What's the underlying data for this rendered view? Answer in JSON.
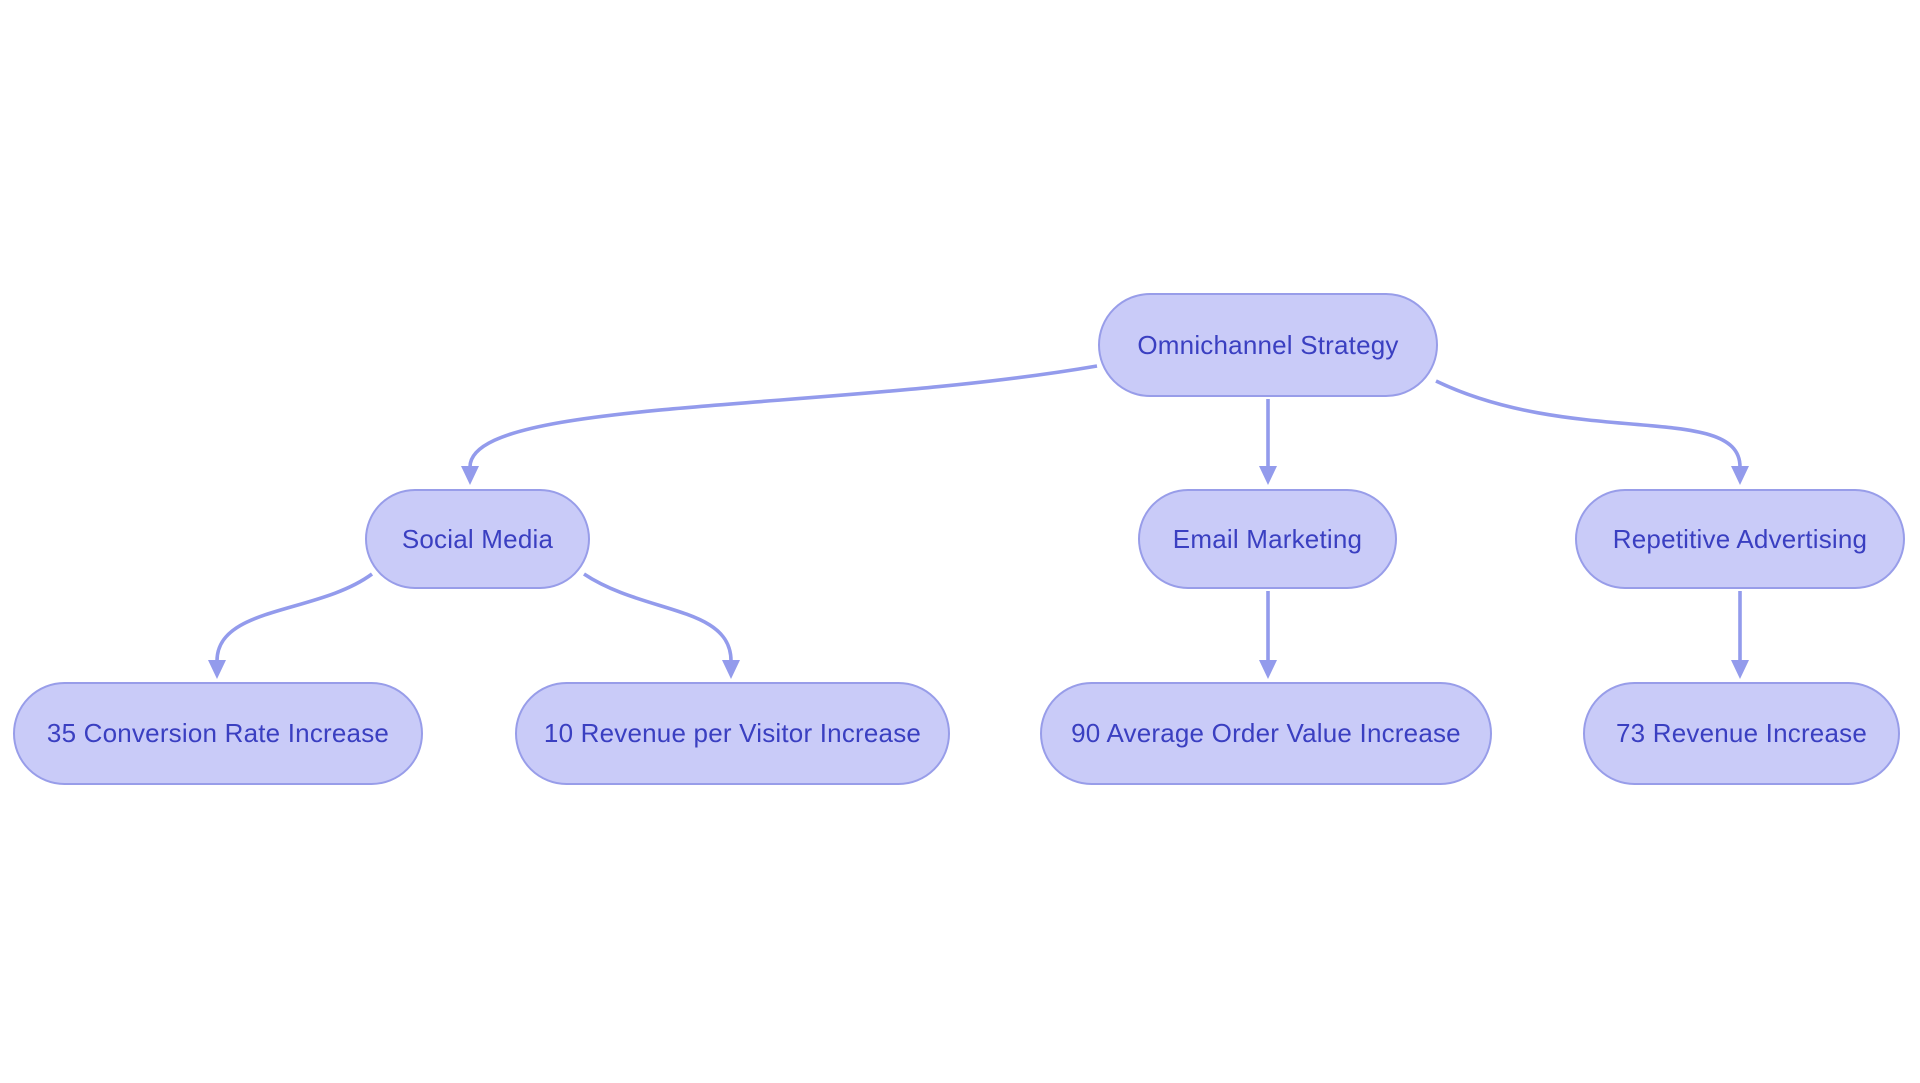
{
  "diagram": {
    "type": "flowchart",
    "background_color": "#ffffff",
    "colors": {
      "node_fill": "#c9cbf8",
      "node_border": "#989de9",
      "node_text": "#3a3fc1",
      "edge": "#939bec"
    },
    "nodes": {
      "root": {
        "label": "Omnichannel Strategy"
      },
      "social": {
        "label": "Social Media"
      },
      "email": {
        "label": "Email Marketing"
      },
      "repetitive": {
        "label": "Repetitive Advertising"
      },
      "conversion": {
        "label": "35 Conversion Rate Increase"
      },
      "rev_visitor": {
        "label": "10 Revenue per Visitor Increase"
      },
      "aov": {
        "label": "90 Average Order Value Increase"
      },
      "revenue": {
        "label": "73 Revenue Increase"
      }
    },
    "edges": [
      {
        "from": "Omnichannel Strategy",
        "to": "Social Media"
      },
      {
        "from": "Omnichannel Strategy",
        "to": "Email Marketing"
      },
      {
        "from": "Omnichannel Strategy",
        "to": "Repetitive Advertising"
      },
      {
        "from": "Social Media",
        "to": "35 Conversion Rate Increase"
      },
      {
        "from": "Social Media",
        "to": "10 Revenue per Visitor Increase"
      },
      {
        "from": "Email Marketing",
        "to": "90 Average Order Value Increase"
      },
      {
        "from": "Repetitive Advertising",
        "to": "73 Revenue Increase"
      }
    ]
  }
}
